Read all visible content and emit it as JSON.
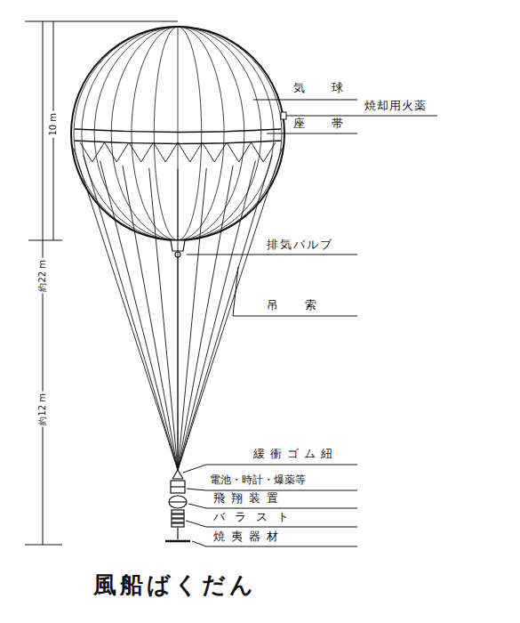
{
  "diagram": {
    "caption": "風船ばくだん",
    "labels": [
      "気球",
      "焼却用火薬",
      "座帯",
      "排気バルブ",
      "吊索",
      "緩衝ゴム紐",
      "電池・時計・爆薬等",
      "飛翔装置",
      "バラスト",
      "焼夷器材",
      "10 m",
      "約22 m",
      "約12 m"
    ]
  }
}
